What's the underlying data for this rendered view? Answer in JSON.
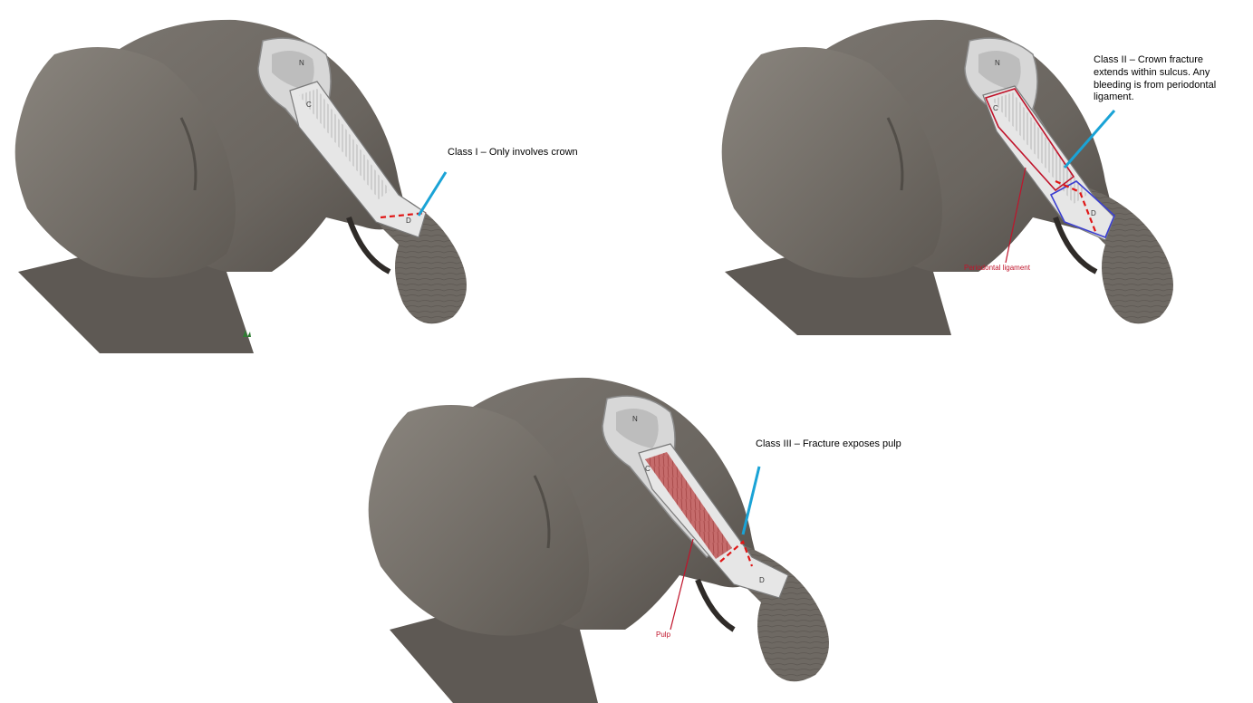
{
  "colors": {
    "background": "#ffffff",
    "skin": "#6f6b66",
    "skin_dark": "#4f4a45",
    "skin_light": "#8c8780",
    "bone": "#d9d9d9",
    "bone_dark": "#9d9d9d",
    "fracture": "#e01616",
    "arrow_blue": "#1aa3d6",
    "pdl_red": "#c0142b",
    "pdl_blue": "#3b3fd0",
    "pulp": "#c56b6b",
    "grass": "#2e7d32"
  },
  "panels": [
    {
      "id": "class-1",
      "callout": "Class I – Only involves crown",
      "fracture_line": "dashed-red",
      "highlight": "none"
    },
    {
      "id": "class-2",
      "callout": "Class II – Crown fracture extends within sulcus. Any bleeding is from periodontal ligament.",
      "red_label": "Periodontal ligament",
      "fracture_line": "dashed-red",
      "highlight": "periodontal-ligament"
    },
    {
      "id": "class-3",
      "callout": "Class III – Fracture exposes pulp",
      "red_label": "Pulp",
      "fracture_line": "dashed-red",
      "highlight": "pulp"
    }
  ],
  "skull_letters": {
    "n": "N",
    "c": "C",
    "d": "D"
  }
}
